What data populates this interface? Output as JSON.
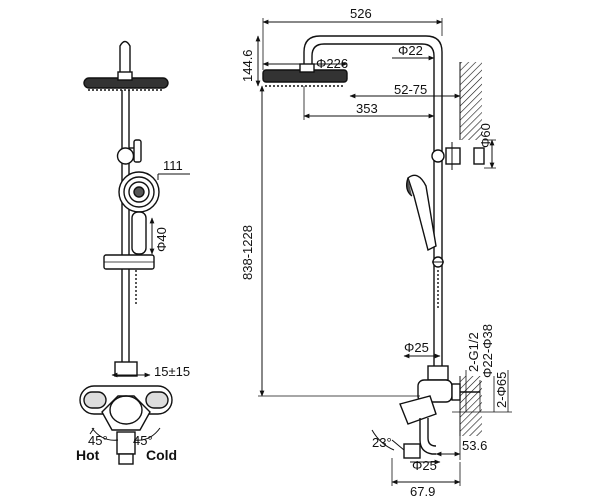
{
  "front_view": {
    "dim_handshower_width": "111",
    "dim_handshower_dia": "Φ40",
    "dim_handle_offset": "15±15",
    "angle_left": "45°",
    "angle_right": "45°",
    "label_hot": "Hot",
    "label_cold": "Cold"
  },
  "side_view": {
    "dim_total_width": "526",
    "dim_arm_height": "144.6",
    "dim_head_dia": "Φ226",
    "dim_pipe_dia": "Φ22",
    "dim_arm_adjust": "52-75",
    "dim_head_to_pipe": "353",
    "dim_wall_bracket": "Φ60",
    "dim_height_range": "838-1228",
    "dim_valve_dia": "Φ25",
    "dim_thread": "2-G1/2",
    "dim_cover_range": "Φ22-Φ38",
    "dim_cover_outer": "2-Φ65",
    "angle_spout": "23°",
    "dim_spout_offset": "53.6",
    "dim_spout_dia": "Φ25",
    "dim_spout_length": "67.9"
  }
}
